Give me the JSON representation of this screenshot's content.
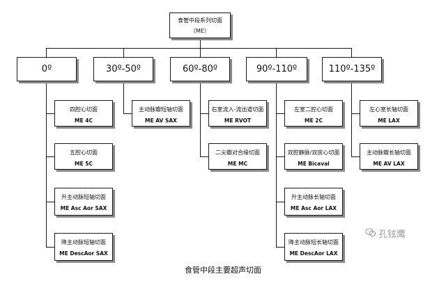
{
  "root": {
    "line1": "食管中段系列切面",
    "line2": "（ME）"
  },
  "categories": [
    {
      "label": "0º",
      "items": [
        {
          "zh": "四腔心切面",
          "en": "ME 4C"
        },
        {
          "zh": "五腔心切面",
          "en": "ME 5C"
        },
        {
          "zh": "升主动脉短轴切面",
          "en": "ME Asc Aor SAX"
        },
        {
          "zh": "降主动脉短轴切面",
          "en": "ME DescAor SAX"
        }
      ]
    },
    {
      "label": "30º-50º",
      "items": [
        {
          "zh": "主动脉瓣短轴切面",
          "en": "ME AV SAX"
        }
      ]
    },
    {
      "label": "60º-80º",
      "items": [
        {
          "zh": "右室流入-流出道切面",
          "en": "ME RVOT"
        },
        {
          "zh": "二尖瓣对合缘切面",
          "en": "ME MC"
        }
      ]
    },
    {
      "label": "90º-110º",
      "items": [
        {
          "zh": "左室二腔心切面",
          "en": "ME 2C"
        },
        {
          "zh": "双腔静脉/双房心切面",
          "en": "ME Bicaval"
        },
        {
          "zh": "升主动脉长轴切面",
          "en": "ME Asc Aor LAX"
        },
        {
          "zh": "降主动脉短长轴切面",
          "en": "ME DescAor LAX"
        }
      ]
    },
    {
      "label": "110º-135º",
      "items": [
        {
          "zh": "左心室长轴切面",
          "en": "ME LAX"
        },
        {
          "zh": "主动脉瓣长轴切面",
          "en": "ME AV LAX"
        }
      ]
    }
  ],
  "caption": "食管中段主要超声切面",
  "watermark": {
    "text": "孔铉鹰",
    "icon": "wechat-icon"
  }
}
